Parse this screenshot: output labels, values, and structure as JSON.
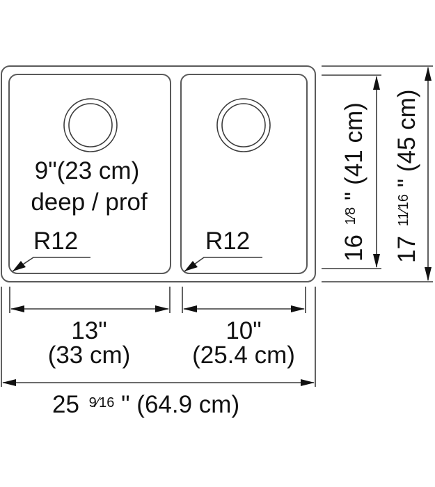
{
  "drawing": {
    "type": "double-bowl undermount sink dimension drawing",
    "colors": {
      "line": "#5a5a5a",
      "text": "#111111",
      "background": "#ffffff"
    },
    "left_bowl": {
      "depth_label_line1": "9\"(23 cm)",
      "depth_label_line2": "deep / prof",
      "radius_label": "R12",
      "width_in": "13\"",
      "width_cm": "(33 cm)"
    },
    "right_bowl": {
      "radius_label": "R12",
      "width_in": "10\"",
      "width_cm": "(25.4 cm)"
    },
    "overall_width": {
      "whole": "25",
      "fraction": "9⁄16",
      "inch_mark": "\"",
      "metric": "(64.9 cm)"
    },
    "bowl_length": {
      "whole": "16",
      "fraction": "1⁄8",
      "inch_mark": "\"",
      "metric": "(41 cm)"
    },
    "overall_length": {
      "whole": "17",
      "fraction": "11⁄16",
      "inch_mark": "\"",
      "metric": "(45 cm)"
    }
  }
}
